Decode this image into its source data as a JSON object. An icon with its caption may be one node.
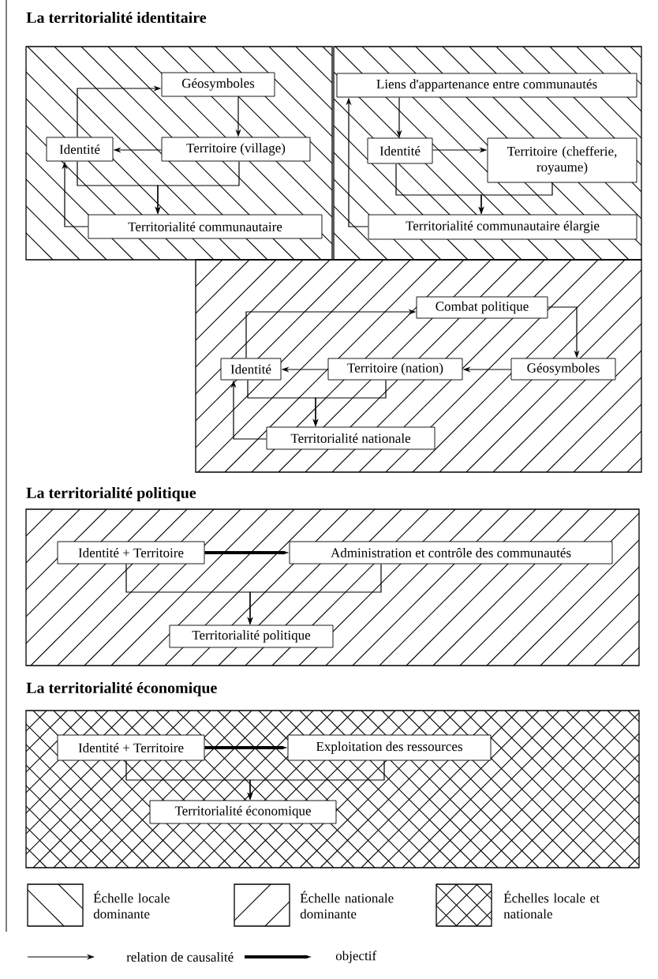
{
  "diagram": {
    "nodes": [
      {
        "text": [
          "Géosymboles"
        ]
      },
      {
        "text": [
          "Identité"
        ]
      },
      {
        "text": [
          "Territoire (village)"
        ]
      },
      {
        "text": [
          "Territorialité communautaire"
        ]
      },
      {
        "text": [
          "Liens d'appartenance entre communautés"
        ]
      },
      {
        "text": [
          "Identité"
        ]
      },
      {
        "text": [
          "Territoire (chefferie, royaume)"
        ]
      },
      {
        "text": [
          "Territorialité communautaire élargie"
        ]
      },
      {
        "text": [
          "Combat politique"
        ]
      },
      {
        "text": [
          "Identité"
        ]
      },
      {
        "text": [
          "Territoire (nation)"
        ]
      },
      {
        "text": [
          "Géosymboles"
        ]
      },
      {
        "text": [
          "Territorialité nationale"
        ]
      },
      {
        "text": [
          "Identité + Territoire"
        ]
      },
      {
        "text": [
          "Administration et contrôle des communautés"
        ]
      },
      {
        "text": [
          "Territorialité politique"
        ]
      },
      {
        "text": [
          "Identité + Territoire"
        ]
      },
      {
        "text": [
          "Exploitation des ressources"
        ]
      },
      {
        "text": [
          "Territorialité économique"
        ]
      }
    ],
    "edges": [
      {
        "from": 1,
        "to": 0,
        "arrow": "to"
      },
      {
        "from": 0,
        "to": 2,
        "arrow": "to"
      },
      {
        "from": 2,
        "to": 1,
        "arrow": "to"
      },
      {
        "from": 1,
        "to": 3,
        "arrow": "to"
      },
      {
        "from": 2,
        "to": 3,
        "arrow": "to"
      },
      {
        "from": 3,
        "to": 1,
        "arrow": "to"
      },
      {
        "from": 4,
        "to": 5,
        "arrow": "to"
      },
      {
        "from": 5,
        "to": 6,
        "arrow": "to"
      },
      {
        "from": 5,
        "to": 7,
        "arrow": "to"
      },
      {
        "from": 6,
        "to": 7,
        "arrow": "to"
      },
      {
        "from": 7,
        "to": 4,
        "arrow": "to"
      },
      {
        "from": 9,
        "to": 8,
        "arrow": "to"
      },
      {
        "from": 8,
        "to": 11,
        "arrow": "to"
      },
      {
        "from": 11,
        "to": 10,
        "arrow": "to"
      },
      {
        "from": 10,
        "to": 9,
        "arrow": "to"
      },
      {
        "from": 9,
        "to": 12,
        "arrow": "to"
      },
      {
        "from": 10,
        "to": 12,
        "arrow": "to"
      },
      {
        "from": 12,
        "to": 9,
        "arrow": "to"
      },
      {
        "from": 13,
        "to": 14,
        "arrow": "to",
        "style": "thick"
      },
      {
        "from": 13,
        "to": 15,
        "arrow": "to"
      },
      {
        "from": 14,
        "to": 15,
        "arrow": "to"
      },
      {
        "from": 16,
        "to": 17,
        "arrow": "to",
        "style": "thick"
      },
      {
        "from": 16,
        "to": 18,
        "arrow": "to"
      },
      {
        "from": 17,
        "to": 18,
        "arrow": "to"
      }
    ],
    "labels": [
      "La territorialité identitaire",
      "La territorialité politique",
      "La territorialité économique"
    ],
    "legend": [
      {
        "text": "Échelle locale dominante"
      },
      {
        "text": "Échelle nationale dominante"
      },
      {
        "text": "Échelles locale et nationale"
      },
      {
        "text": "relation de causalité"
      },
      {
        "text": "objectif"
      }
    ]
  }
}
